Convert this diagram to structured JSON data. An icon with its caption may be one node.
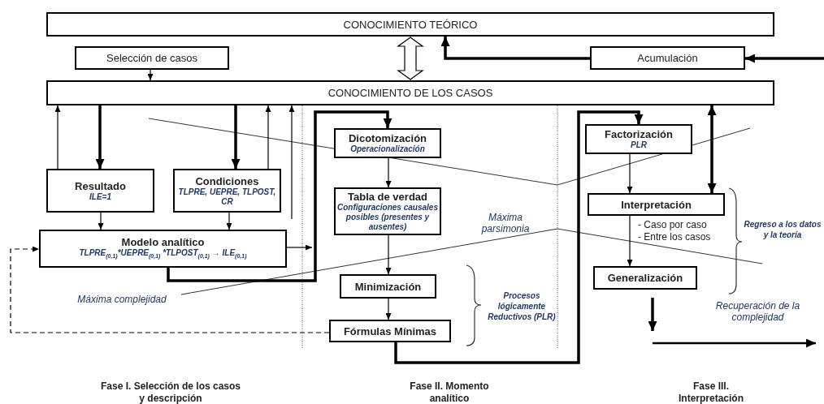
{
  "diagram": {
    "nodes": [
      {
        "text": [
          "CONOCIMIENTO TEÓRICO"
        ]
      },
      {
        "text": [
          "Selección de casos"
        ]
      },
      {
        "text": [
          "Acumulación"
        ]
      },
      {
        "text": [
          "CONOCIMIENTO DE LOS CASOS"
        ]
      },
      {
        "text": [
          "Resultado",
          "ILE=1"
        ]
      },
      {
        "text": [
          "Condiciones",
          "TLPRE, UEPRE, TLPOST, CR"
        ]
      },
      {
        "text": [
          "Modelo analítico",
          "TLPRE$_{(0,1)}$*UEPRE$_{(0,1)}$ *TLPOST$_{(0,1)}$ → ILE$_{(0,1)}$"
        ]
      },
      {
        "text": [
          "Dicotomización",
          "Operacionalización"
        ]
      },
      {
        "text": [
          "Tabla de verdad",
          "Configuraciones causales posibles (presentes y ausentes)"
        ]
      },
      {
        "text": [
          "Minimización"
        ]
      },
      {
        "text": [
          "Fórmulas Mínimas"
        ]
      },
      {
        "text": [
          "Factorización",
          "PLR"
        ]
      },
      {
        "text": [
          "Interpretación"
        ]
      },
      {
        "text": [
          "Generalización"
        ]
      }
    ],
    "edges": [
      {
        "from": 0,
        "to": 3,
        "arrow": "both"
      },
      {
        "from": 2,
        "to": 0,
        "arrow": "to",
        "style": "thick"
      },
      {
        "from": null,
        "to": 2,
        "arrow": "to",
        "style": "thick"
      },
      {
        "from": 1,
        "to": 3,
        "arrow": "to"
      },
      {
        "from": 4,
        "to": 3,
        "arrow": "to"
      },
      {
        "from": 3,
        "to": 4,
        "arrow": "to",
        "style": "thick"
      },
      {
        "from": 3,
        "to": 5,
        "arrow": "to",
        "style": "thick"
      },
      {
        "from": 5,
        "to": 3,
        "arrow": "to"
      },
      {
        "from": null,
        "to": 3,
        "arrow": "to"
      },
      {
        "from": 4,
        "to": 6,
        "arrow": "to"
      },
      {
        "from": 5,
        "to": 6,
        "arrow": "to"
      },
      {
        "from": 6,
        "to": null,
        "arrow": "to"
      },
      {
        "from": 6,
        "to": 7,
        "arrow": "to",
        "style": "thick"
      },
      {
        "from": 7,
        "to": 8,
        "arrow": "to"
      },
      {
        "from": 8,
        "to": 9,
        "arrow": "to"
      },
      {
        "from": 9,
        "to": 10,
        "arrow": "to"
      },
      {
        "from": 10,
        "to": 6,
        "arrow": "to",
        "style": "dashed"
      },
      {
        "from": 10,
        "to": 11,
        "arrow": "to",
        "style": "thick"
      },
      {
        "from": 11,
        "to": 12,
        "arrow": "to"
      },
      {
        "from": 12,
        "to": 13,
        "arrow": "to"
      },
      {
        "from": 3,
        "to": 12,
        "arrow": "both",
        "style": "thick"
      },
      {
        "from": 13,
        "to": null,
        "arrow": "to",
        "style": "thick"
      }
    ],
    "labels": [
      "Máxima parsimonia",
      "Máxima complejidad",
      "- Caso por caso",
      "- Entre los casos",
      "Procesos lógicamente Reductivos (PLR)",
      "Regreso a los datos y la teoría",
      "Recuperación de la complejidad",
      "Fase I. Selección de los casos y descripción",
      "Fase II. Momento analítico",
      "Fase III. Interpretación"
    ]
  }
}
